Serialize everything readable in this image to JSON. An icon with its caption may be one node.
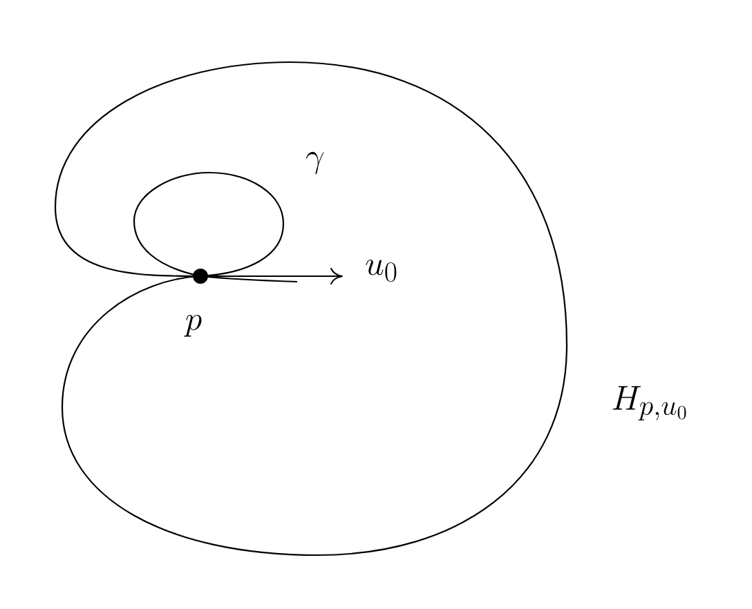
{
  "diagram": {
    "labels": [
      "\\gamma",
      "u_0",
      "p",
      "H_{p,u_0}"
    ]
  }
}
